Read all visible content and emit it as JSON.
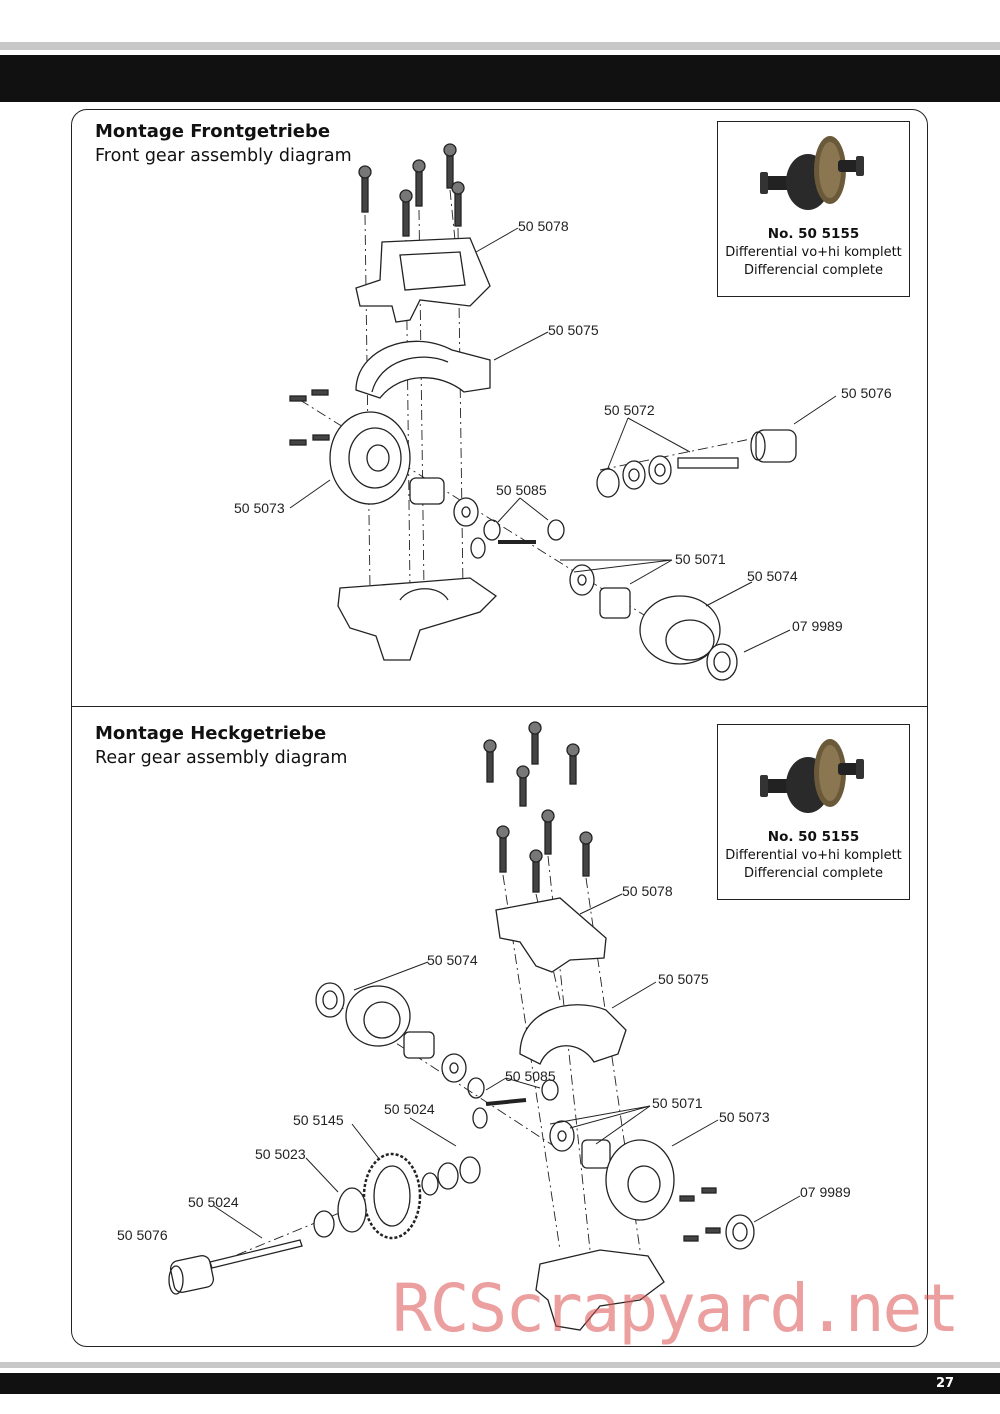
{
  "front": {
    "title": "Montage Frontgetriebe",
    "subtitle": "Front gear assembly diagram",
    "box": {
      "ref": "No. 50 5155",
      "line1": "Differential vo+hi komplett",
      "line2": "Differencial complete"
    },
    "labels": [
      "50 5078",
      "50 5075",
      "50 5076",
      "50 5072",
      "50 5073",
      "50 5085",
      "50 5071",
      "50 5074",
      "07 9989"
    ]
  },
  "rear": {
    "title": "Montage Heckgetriebe",
    "subtitle": "Rear gear assembly diagram",
    "box": {
      "ref": "No. 50 5155",
      "line1": "Differential vo+hi komplett",
      "line2": "Differencial complete"
    },
    "labels": [
      "50 5078",
      "50 5074",
      "50 5075",
      "50 5085",
      "50 5071",
      "50 5073",
      "50 5145",
      "50 5024",
      "50 5023",
      "50 5024",
      "07 9989",
      "50 5076"
    ]
  },
  "watermark": "RCScrapyard.net",
  "page_number": "27",
  "colors": {
    "bar_black": "#111111",
    "bar_grey": "#c8c8c8",
    "watermark": "#dc5050"
  }
}
